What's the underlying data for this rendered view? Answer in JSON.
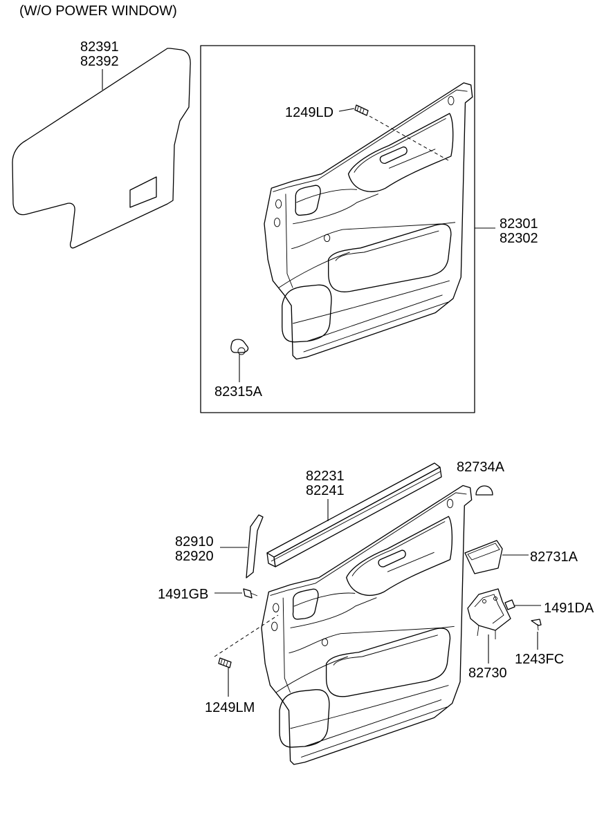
{
  "header": {
    "title": "(W/O POWER WINDOW)"
  },
  "labels": {
    "p82391": "82391",
    "p82392": "82392",
    "p1249LD": "1249LD",
    "p82301": "82301",
    "p82302": "82302",
    "p82315A": "82315A",
    "p82231": "82231",
    "p82241": "82241",
    "p82734A": "82734A",
    "p82910": "82910",
    "p82920": "82920",
    "p82731A": "82731A",
    "p1491GB": "1491GB",
    "p1491DA": "1491DA",
    "p1243FC": "1243FC",
    "p82730": "82730",
    "p1249LM": "1249LM"
  },
  "colors": {
    "line": "#000000",
    "background": "#ffffff"
  }
}
